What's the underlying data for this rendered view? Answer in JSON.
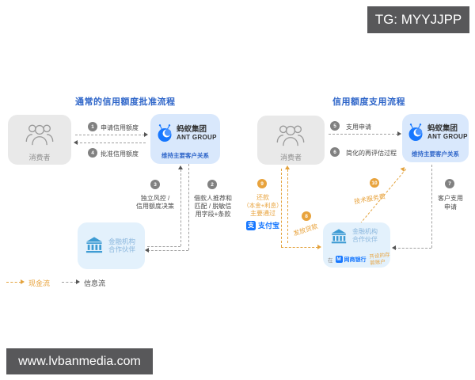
{
  "header": {
    "tg_badge": "TG: MYYJJPP"
  },
  "footer": {
    "website": "www.lvbanmedia.com"
  },
  "legend": {
    "cash_label": "现金流",
    "info_label": "信息流"
  },
  "colors": {
    "accent_blue": "#2f66c9",
    "flow_orange": "#e8a33d",
    "ant_blue": "#1677ff",
    "badge_gray": "#58585a"
  },
  "left": {
    "title": "通常的信用额度批准流程",
    "consumer_label": "消费者",
    "ant_group": {
      "name_cn": "蚂蚁集团",
      "name_en": "ANT GROUP",
      "caption": "维持主要客户关系"
    },
    "bank": {
      "line1": "金融机构",
      "line2": "合作伙伴"
    },
    "step1": {
      "num": "1",
      "label": "申请信用额度"
    },
    "step4": {
      "num": "4",
      "label": "批准信用额度"
    },
    "step3": {
      "num": "3",
      "line1": "独立风控 /",
      "line2": "信用额度决策"
    },
    "step2": {
      "num": "2",
      "line1": "借款人推荐和",
      "line2": "匹配 / 脱敏信",
      "line3": "用字段+条款"
    }
  },
  "right": {
    "title": "信用额度支用流程",
    "consumer_label": "消费者",
    "ant_group": {
      "name_cn": "蚂蚁集团",
      "name_en": "ANT GROUP",
      "caption": "维持主要客户关系"
    },
    "bank": {
      "line1": "金融机构",
      "line2": "合作伙伴",
      "account_prefix": "在",
      "mybank": "网商银行",
      "mybank_initial": "M",
      "account_line1": "开设的存",
      "account_line2": "款账户"
    },
    "step5": {
      "num": "5",
      "label": "支用申请"
    },
    "step6": {
      "num": "6",
      "label": "简化的再评估过程"
    },
    "step9": {
      "num": "9",
      "line1": "还款",
      "line2": "（本金+利息）",
      "line3": "主要通过",
      "alipay": "支付宝",
      "alipay_glyph": "支"
    },
    "step8": {
      "num": "8",
      "label": "发放贷款"
    },
    "step10": {
      "num": "10",
      "label": "技术服务费"
    },
    "step7": {
      "num": "7",
      "line1": "客户支用",
      "line2": "申请"
    }
  }
}
